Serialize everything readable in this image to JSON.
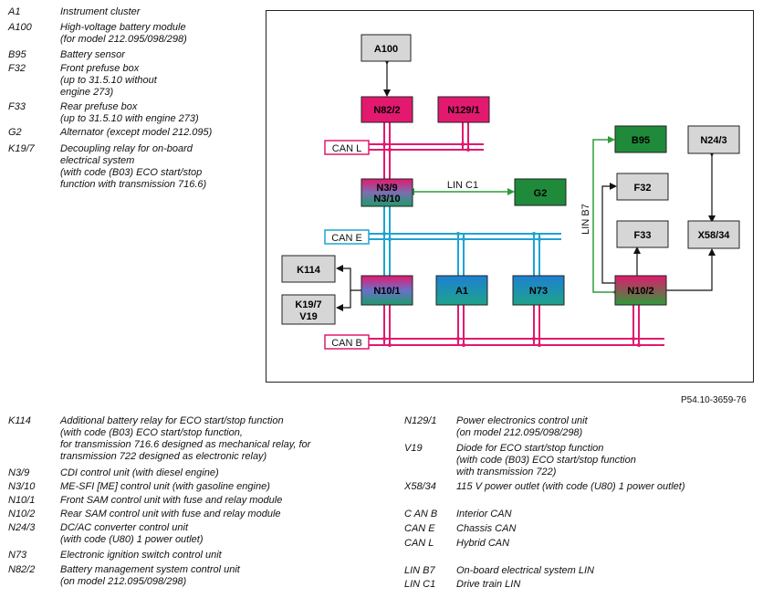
{
  "legend_top": [
    {
      "code": "A1",
      "desc": "Instrument cluster"
    },
    {
      "code": "A100",
      "desc": "High-voltage battery module\n(for model 212.095/098/298)"
    },
    {
      "code": "B95",
      "desc": "Battery sensor"
    },
    {
      "code": "F32",
      "desc": "Front prefuse box\n(up to 31.5.10 without\nengine 273)"
    },
    {
      "code": "F33",
      "desc": "Rear prefuse box\n(up to 31.5.10 with engine 273)"
    },
    {
      "code": "G2",
      "desc": "Alternator (except model 212.095)"
    },
    {
      "code": "K19/7",
      "desc": "Decoupling relay for on-board\nelectrical system\n(with code (B03) ECO start/stop\nfunction with transmission 716.6)"
    }
  ],
  "legend_bottom_left": [
    {
      "code": "K114",
      "desc": "Additional battery relay for ECO start/stop function\n(with code (B03) ECO start/stop function,\nfor transmission 716.6 designed as mechanical relay, for\ntransmission 722 designed as electronic relay)"
    },
    {
      "code": "N3/9",
      "desc": "CDI control unit (with diesel engine)"
    },
    {
      "code": "N3/10",
      "desc": "ME-SFI [ME] control unit (with gasoline engine)"
    },
    {
      "code": "N10/1",
      "desc": "Front SAM control unit with fuse and relay module"
    },
    {
      "code": "N10/2",
      "desc": "Rear SAM control unit with fuse and relay module"
    },
    {
      "code": "N24/3",
      "desc": "DC/AC converter control unit\n(with code (U80) 1 power outlet)"
    },
    {
      "code": "N73",
      "desc": "Electronic ignition switch control unit"
    },
    {
      "code": "N82/2",
      "desc": "Battery management system control unit\n(on model 212.095/098/298)"
    }
  ],
  "legend_bottom_right": [
    {
      "code": "N129/1",
      "desc": "Power electronics control unit\n(on model 212.095/098/298)"
    },
    {
      "code": "V19",
      "desc": "Diode for ECO start/stop function\n(with code (B03) ECO start/stop function\nwith transmission 722)"
    },
    {
      "code": "X58/34",
      "desc": "115 V power outlet (with code (U80) 1 power outlet)"
    },
    {
      "code": "C AN B",
      "desc": "Interior CAN"
    },
    {
      "code": "CAN E",
      "desc": "Chassis CAN"
    },
    {
      "code": "CAN L",
      "desc": "Hybrid CAN"
    },
    {
      "code": "LIN B7",
      "desc": "On-board electrical system LIN"
    },
    {
      "code": "LIN C1",
      "desc": "Drive train LIN"
    }
  ],
  "diagram": {
    "boxes": {
      "a100": "A100",
      "n82_2": "N82/2",
      "n129_1": "N129/1",
      "n3_9_10": "N3/9\nN3/10",
      "g2": "G2",
      "b95": "B95",
      "n24_3": "N24/3",
      "f32": "F32",
      "f33": "F33",
      "x58_34": "X58/34",
      "k114": "K114",
      "k19_7_v19": "K19/7\nV19",
      "n10_1": "N10/1",
      "a1": "A1",
      "n73": "N73",
      "n10_2": "N10/2"
    },
    "bus_labels": {
      "can_l": "CAN L",
      "can_e": "CAN E",
      "can_b": "CAN B",
      "lin_c1": "LIN C1",
      "lin_b7": "LIN B7"
    },
    "colors": {
      "can_pink": "#e2196f",
      "can_blue": "#1ea3d3",
      "lin_green": "#2e9b3a",
      "gray_box": "#d4d4d4",
      "green_box": "#1f8a3a"
    }
  },
  "figure_ref": "P54.10-3659-76"
}
